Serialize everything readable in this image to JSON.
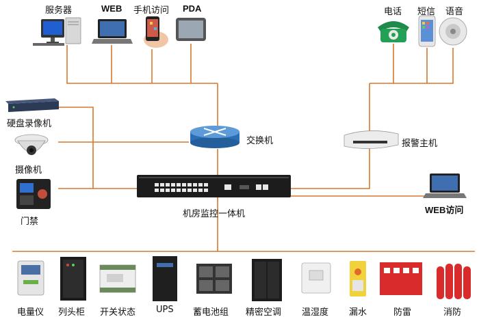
{
  "top_devices": {
    "server": "服务器",
    "web": "WEB",
    "mobile": "手机访问",
    "pda": "PDA"
  },
  "top_right": {
    "phone": "电话",
    "sms": "短信",
    "voice": "语音"
  },
  "left_devices": {
    "dvr": "硬盘录像机",
    "camera": "摄像机",
    "access": "门禁"
  },
  "center": {
    "switch": "交换机",
    "alarm_host": "报警主机",
    "monitor_unit": "机房监控一体机",
    "web_access": "WEB访问"
  },
  "bottom_devices": [
    "电量仪",
    "列头柜",
    "开关状态",
    "UPS",
    "蓄电池组",
    "精密空调",
    "温湿度",
    "漏水",
    "防雷",
    "消防"
  ],
  "colors": {
    "line": "#d9772b",
    "router": "#2a6fb5",
    "cabinet": "#1b1b1b"
  }
}
